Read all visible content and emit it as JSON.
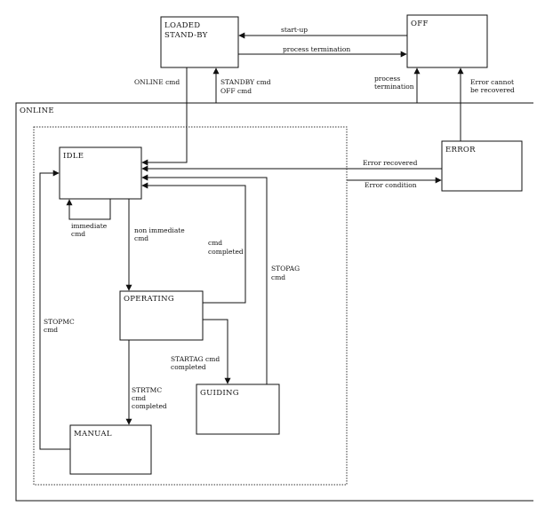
{
  "states": {
    "loaded": [
      "LOADED",
      "STAND-BY"
    ],
    "off": "OFF",
    "online": "ONLINE",
    "idle": "IDLE",
    "error": "ERROR",
    "operating": "OPERATING",
    "guiding": "GUIDING",
    "manual": "MANUAL"
  },
  "transitions": {
    "startup": "start-up",
    "process_termination_top": "process termination",
    "online_cmd": "ONLINE cmd",
    "standby_off_cmd": [
      "STANDBY cmd",
      "OFF cmd"
    ],
    "process_termination_right": [
      "process",
      "termination"
    ],
    "error_cannot_recover": [
      "Error cannot",
      "be recovered"
    ],
    "error_recovered": "Error recovered",
    "error_condition": "Error condition",
    "immediate_cmd": [
      "immediate",
      "cmd"
    ],
    "non_immediate_cmd": [
      "non immediate",
      "cmd"
    ],
    "cmd_completed": [
      "cmd",
      "completed"
    ],
    "stopag_cmd": [
      "STOPAG",
      "cmd"
    ],
    "stopmc_cmd": [
      "STOPMC",
      "cmd"
    ],
    "startag_cmd_completed": [
      "STARTAG cmd",
      "completed"
    ],
    "strtmc_cmd_completed": [
      "STRTMC",
      "cmd",
      "completed"
    ]
  }
}
